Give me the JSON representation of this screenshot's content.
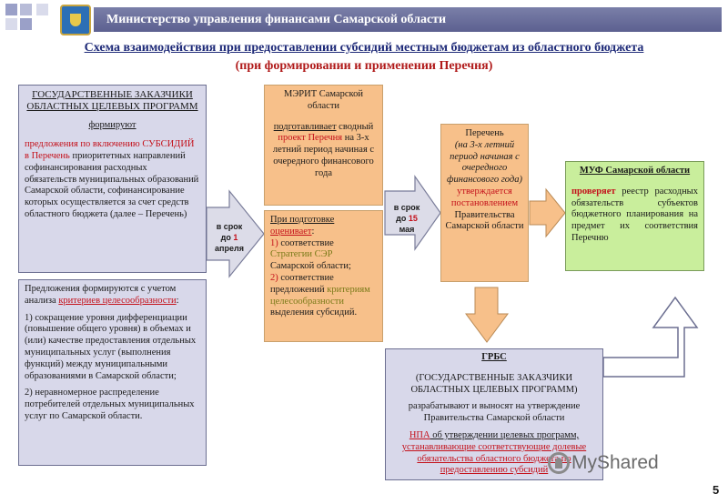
{
  "header": {
    "title": "Министерство управления финансами Самарской области"
  },
  "slide": {
    "title": "Схема взаимодействия  при предоставлении субсидий местным бюджетам из областного бюджета",
    "subtitle": "(при формировании и применении Перечня)",
    "page_number": "5"
  },
  "state_customers": {
    "heading": "ГОСУДАРСТВЕННЫЕ ЗАКАЗЧИКИ ОБЛАСТНЫХ ЦЕЛЕВЫХ ПРОГРАММ",
    "verb": "формируют",
    "proposal_red": "предложения по включению СУБСИДИЙ в Перечень",
    "proposal_rest": " приоритетных направлений софинансирования расходных обязательств муниципальных образований Самарской области, софинансирование которых осуществляется за счет средств областного бюджета (далее – Перечень)"
  },
  "criteria": {
    "intro_start": "Предложения формируются с учетом анализа ",
    "intro_red": "критериев целесообразности",
    "intro_end": ":",
    "item1": "1) сокращение уровня дифференциации (повышение общего уровня) в объемах и (или) качестве предоставления отдельных муниципальных услуг (выполнения функций) между муниципальными образованиями в Самарской области;",
    "item2": "2) неравномерное распределение потребителей отдельных муниципальных услуг по Самарской области."
  },
  "merit": {
    "heading": "МЭРИТ Самарской области",
    "verb": "подготавливает",
    "text_start": " сводный ",
    "text_red": "проект Перечня",
    "text_end": " на 3-х летний период начиная с очередного финансового года"
  },
  "evaluation": {
    "intro": "При подготовке",
    "verb": "оценивает",
    "colon": ":",
    "item1_num": "1)",
    "item1_text": " соответствие ",
    "item1_olive": "Стратегии СЭР",
    "item1_end": " Самарской области;",
    "item2_num": "2)",
    "item2_text": " соответствие предложений ",
    "item2_olive": "критериям целесообразности",
    "item2_end": " выделения субсидий."
  },
  "list_box": {
    "title": "Перечень",
    "period": "(на 3-х летний период начиная с очередного финансового года)",
    "approval": "утверждается постановлением",
    "approver": "Правительства Самарской области"
  },
  "muf": {
    "heading": "МУФ Самарской области",
    "verb": "проверяет",
    "text": " реестр расходных обязательств субъектов бюджетного планирования на предмет их соответствия Перечню"
  },
  "grbs": {
    "heading": "ГРБС",
    "subheading": "(ГОСУДАРСТВЕННЫЕ ЗАКАЗЧИКИ ОБЛАСТНЫХ ЦЕЛЕВЫХ ПРОГРАММ)",
    "text1": "разрабатывают и выносят на утверждение Правительства Самарской области",
    "npa_red": "НПА",
    "npa_rest": " об утверждении целевых программ,",
    "text_red": "устанавливающие соответствующие долевые обязательства областного бюджета по предоставлению субсидий"
  },
  "arrows": {
    "deadline1_line1": "в срок",
    "deadline1_line2": "до ",
    "deadline1_date": "1",
    "deadline1_month": "апреля",
    "deadline2_line1": "в срок",
    "deadline2_line2": "до ",
    "deadline2_date": "15",
    "deadline2_month": "мая"
  },
  "watermark": {
    "text": "MyShared"
  },
  "colors": {
    "header_bg": "#5c6090",
    "box_purple": "#d8d8ea",
    "box_orange": "#f7c08a",
    "box_green": "#c9ee9c",
    "accent_red": "#c4101a",
    "title_blue": "#1e2a78",
    "arrow_fill": "#dcdce8"
  }
}
